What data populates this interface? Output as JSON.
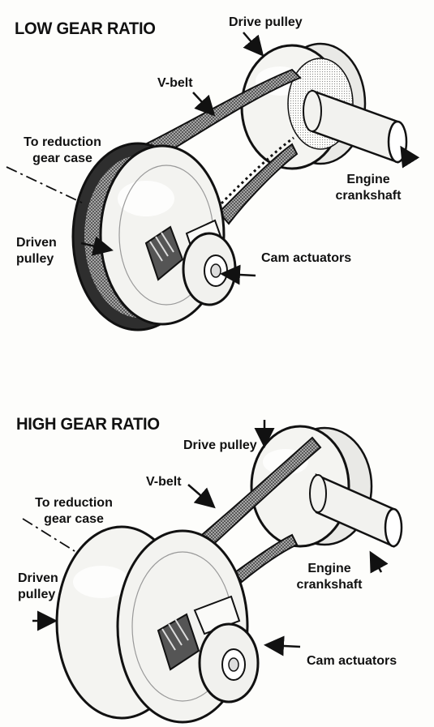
{
  "low": {
    "title": "LOW GEAR RATIO",
    "labels": {
      "drive_pulley": "Drive pulley",
      "v_belt": "V-belt",
      "reduction_l1": "To reduction",
      "reduction_l2": "gear case",
      "engine_l1": "Engine",
      "engine_l2": "crankshaft",
      "driven_l1": "Driven",
      "driven_l2": "pulley",
      "cam": "Cam actuators"
    }
  },
  "high": {
    "title": "HIGH GEAR RATIO",
    "labels": {
      "drive_pulley": "Drive pulley",
      "v_belt": "V-belt",
      "reduction_l1": "To reduction",
      "reduction_l2": "gear case",
      "engine_l1": "Engine",
      "engine_l2": "crankshaft",
      "driven_l1": "Driven",
      "driven_l2": "pulley",
      "cam": "Cam actuators"
    }
  },
  "colors": {
    "ink": "#111111",
    "paper": "#fdfdfb",
    "belt": "#3a3a3a"
  }
}
